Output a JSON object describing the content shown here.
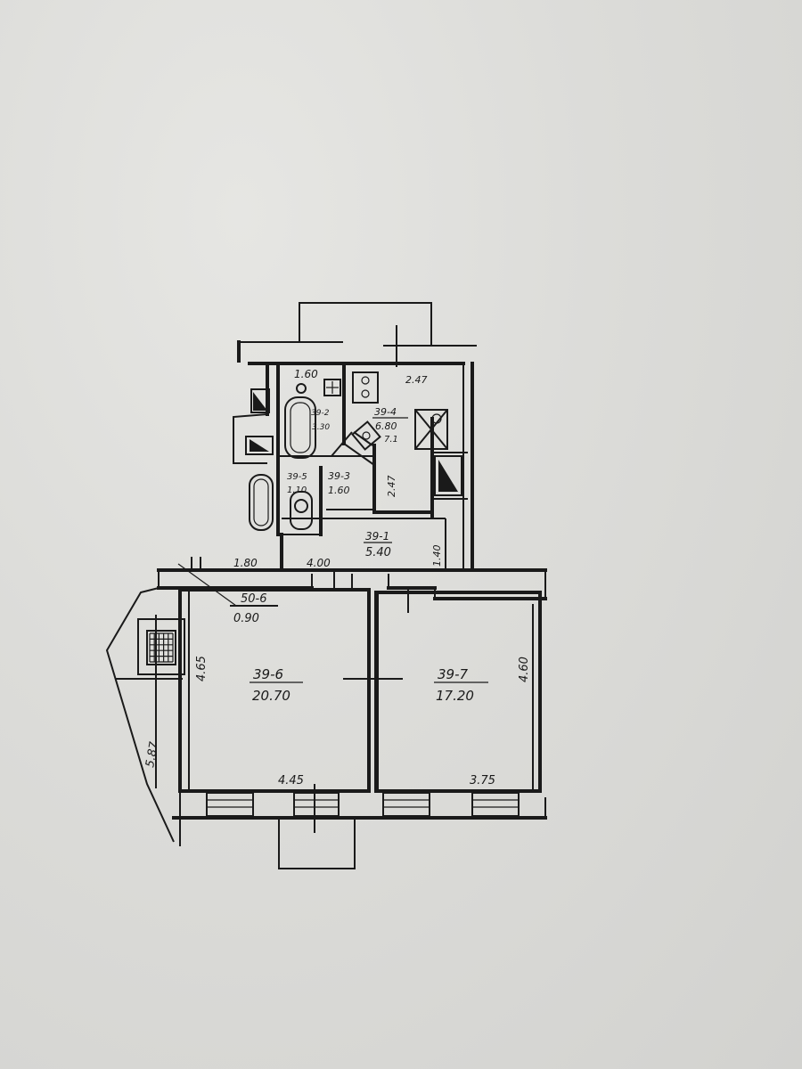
{
  "plan": {
    "rooms": [
      {
        "id": "39-1",
        "area": "5.40"
      },
      {
        "id": "39-2",
        "area": "3.30"
      },
      {
        "id": "39-3",
        "area": "1.60"
      },
      {
        "id": "39-4",
        "area": "6.80"
      },
      {
        "id": "39-5",
        "area": "1.10"
      },
      {
        "id": "39-6",
        "area": "20.70"
      },
      {
        "id": "39-7",
        "area": "17.20"
      },
      {
        "id": "50-6",
        "area": "0.90"
      }
    ],
    "dimensions": [
      "1.60",
      "2.47",
      "2.47",
      "1.80",
      "4.00",
      "1.40",
      "4.65",
      "4.60",
      "4.45",
      "3.75",
      "5.87",
      "7.1"
    ]
  }
}
